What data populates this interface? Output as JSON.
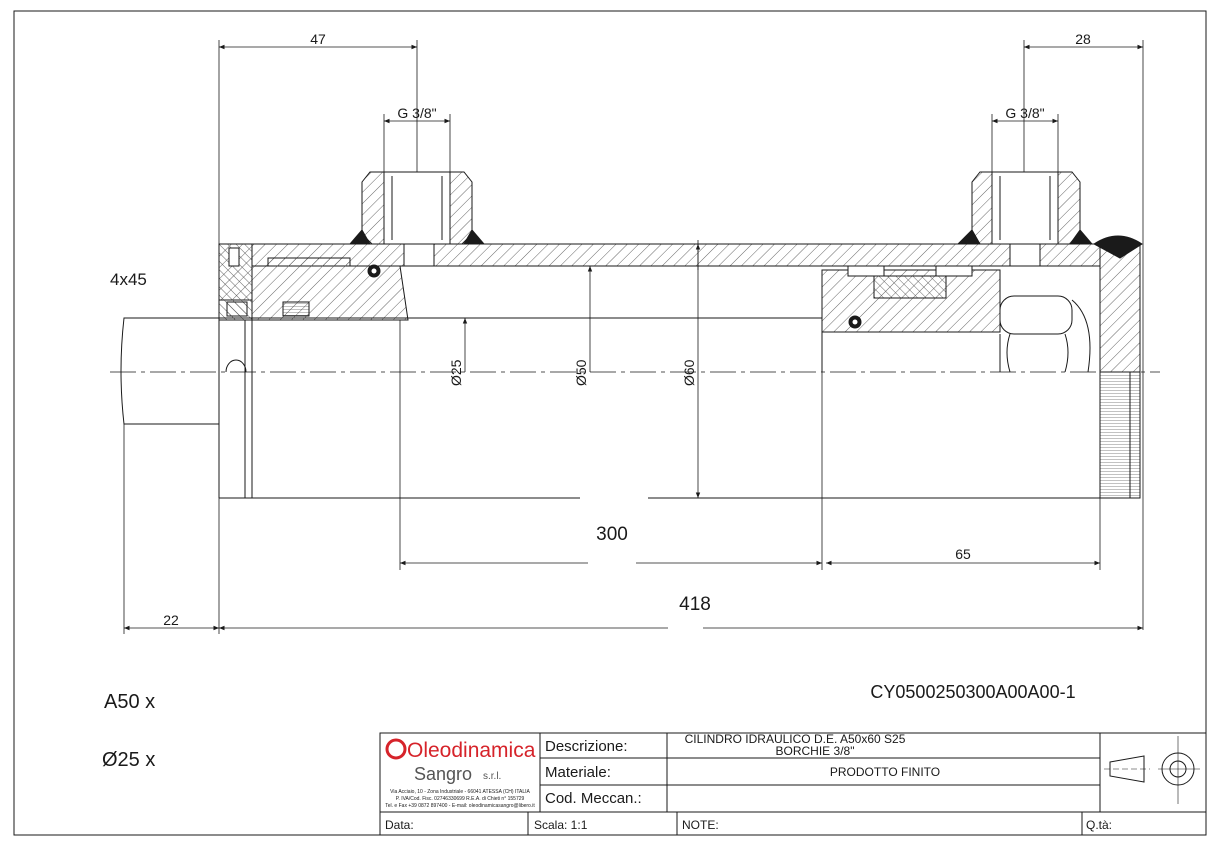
{
  "dimensions": {
    "left_port_offset": "47",
    "right_port_offset": "28",
    "left_port_thread": "G 3/8\"",
    "right_port_thread": "G 3/8\"",
    "chamfer": "4x45",
    "rod_diameter": "Ø25",
    "bore_diameter": "Ø50",
    "outer_diameter": "Ø60",
    "stroke": "300",
    "rear_length": "65",
    "overall_length": "418",
    "rod_end": "22"
  },
  "labels": {
    "bore_prefix": "A50 x",
    "rod_prefix": "Ø25 x",
    "part_code": "CY0500250300A00A00-1"
  },
  "title_block": {
    "company_name": "Oleodinamica",
    "company_sub": "Sangro",
    "company_srl": "s.r.l.",
    "company_address": "Via Acciaio, 10 - Zona Industriale - 66041 ATESSA (CH) ITALIA",
    "company_vat": "P. IVA/Cod. Fisc. 02746330699 R.E.A. di Chieti n° 155729",
    "company_contact": "Tel. e Fax +39 0872 897400 - E-mail: oleodinamicasangro@libero.it",
    "descrizione_label": "Descrizione:",
    "descrizione_line1": "CILINDRO IDRAULICO D.E. A50x60 S25",
    "descrizione_line2": "BORCHIE 3/8\"",
    "materiale_label": "Materiale:",
    "materiale_value": "PRODOTTO FINITO",
    "cod_label": "Cod. Meccan.:",
    "cod_value": "",
    "data_label": "Data:",
    "scala_label": "Scala: 1:1",
    "note_label": "NOTE:",
    "qta_label": "Q.tà:"
  },
  "colors": {
    "line": "#1a1a1a",
    "logo_red": "#d6232a",
    "logo_gray": "#555555"
  }
}
